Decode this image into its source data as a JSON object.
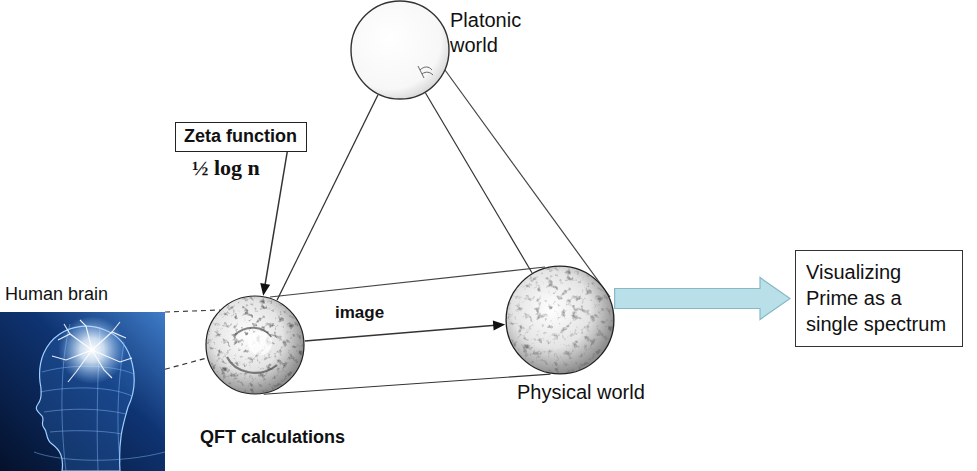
{
  "diagram": {
    "nodes": [
      {
        "text": [
          "Platonic world"
        ]
      },
      {
        "text": [
          "Zeta function"
        ]
      },
      {
        "text": [
          "Human brain"
        ]
      },
      {
        "text": [
          "QFT calculations"
        ]
      },
      {
        "text": [
          "Physical world"
        ]
      },
      {
        "text": [
          "Visualizing Prime as a single spectrum"
        ]
      }
    ],
    "edges": [
      {
        "from": 1,
        "to": 3,
        "arrow": "to"
      },
      {
        "from": 3,
        "to": 4,
        "label": "image",
        "arrow": "to"
      },
      {
        "from": 4,
        "to": 5,
        "arrow": "to"
      },
      {
        "from": 0,
        "to": 3,
        "arrow": "none"
      },
      {
        "from": 0,
        "to": 4,
        "arrow": "none"
      },
      {
        "from": 3,
        "to": 4,
        "arrow": "none"
      },
      {
        "from": 2,
        "to": 3,
        "arrow": "none"
      }
    ],
    "labels": [
      "½ log n"
    ]
  }
}
